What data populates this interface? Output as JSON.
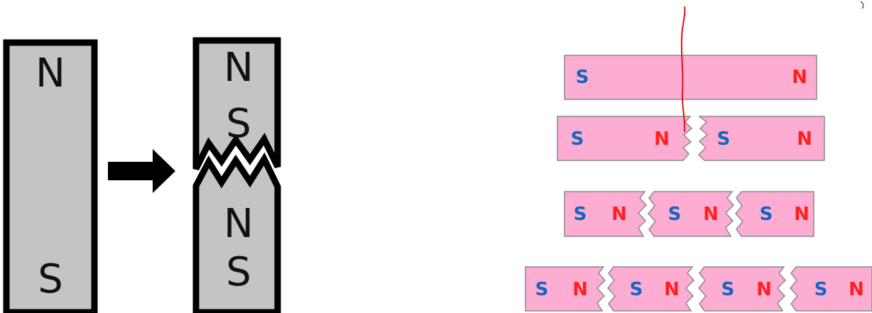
{
  "left_diagram": {
    "whole_magnet": {
      "top_pole": "N",
      "bottom_pole": "S"
    },
    "broken_magnet": {
      "upper_piece": {
        "top_pole": "N",
        "bottom_pole": "S"
      },
      "lower_piece": {
        "top_pole": "N",
        "bottom_pole": "S"
      }
    }
  },
  "right_diagram": {
    "rows": [
      {
        "pieces": [
          {
            "left": "S",
            "right": "N"
          }
        ]
      },
      {
        "pieces": [
          {
            "left": "S",
            "right": "N"
          },
          {
            "left": "S",
            "right": "N"
          }
        ]
      },
      {
        "pieces": [
          {
            "left": "S",
            "right": "N"
          },
          {
            "left": "S",
            "right": "N"
          },
          {
            "left": "S",
            "right": "N"
          }
        ]
      },
      {
        "pieces": [
          {
            "left": "S",
            "right": "N"
          },
          {
            "left": "S",
            "right": "N"
          },
          {
            "left": "S",
            "right": "N"
          },
          {
            "left": "S",
            "right": "N"
          }
        ]
      }
    ]
  },
  "colors": {
    "magnet_gray": "#c4c4c4",
    "magnet_pink": "#fdacd2",
    "south_blue": "#1565c0",
    "north_red": "#ff2020",
    "annotation_red": "#e0101a"
  }
}
